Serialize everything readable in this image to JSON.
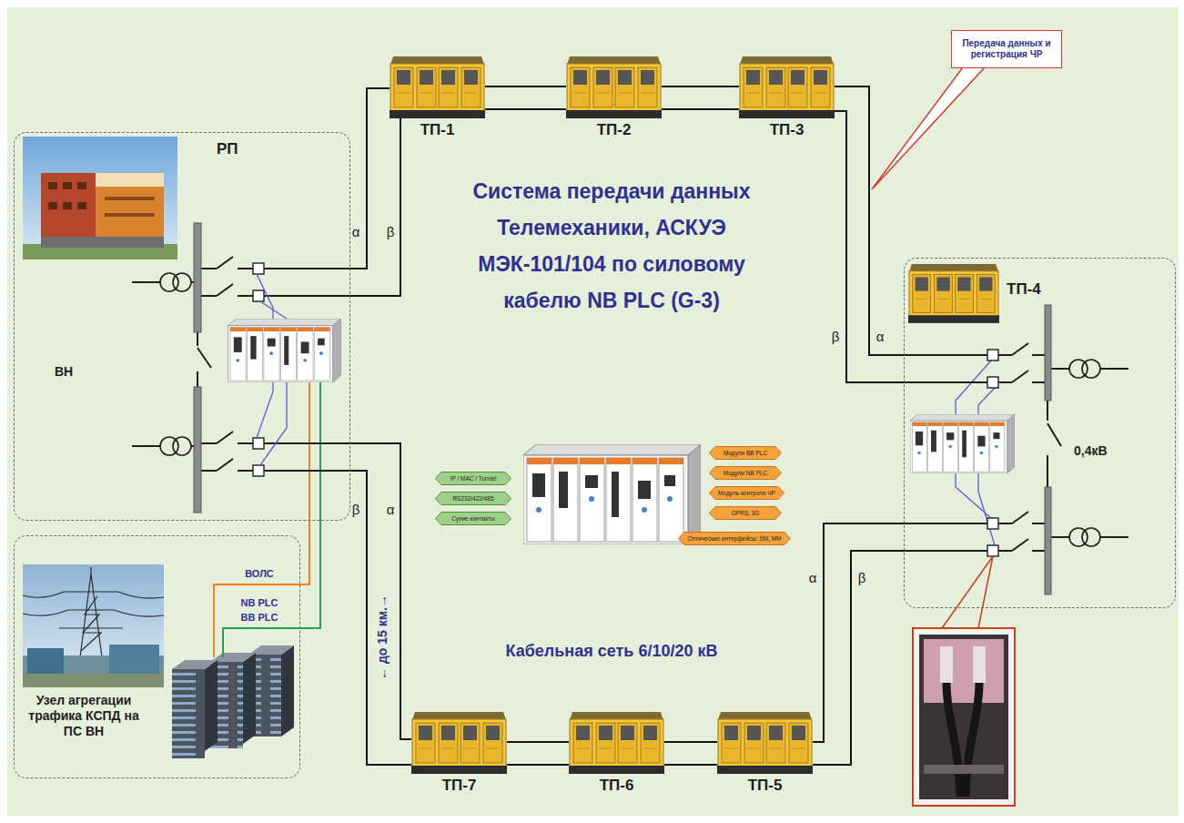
{
  "diagram": {
    "title": "Система передачи данных Телемеханики, АСКУЭ МЭК-101/104 по силовому кабелю NB PLC (G-3)",
    "nodes": [
      {
        "text": [
          "РП",
          "ВН"
        ]
      },
      {
        "text": [
          "ТП-1"
        ]
      },
      {
        "text": [
          "ТП-2"
        ]
      },
      {
        "text": [
          "ТП-3"
        ]
      },
      {
        "text": [
          "Передача данных и регистрация ЧР"
        ]
      },
      {
        "text": [
          "ТП-4",
          "0,4кВ"
        ]
      },
      {
        "text": [
          "IP / MAC / Tunnel"
        ]
      },
      {
        "text": [
          "RS232/422/485"
        ]
      },
      {
        "text": [
          "Сухие контакты"
        ]
      },
      {
        "text": [
          "Модули BB PLC"
        ]
      },
      {
        "text": [
          "Модули NB PLC"
        ]
      },
      {
        "text": [
          "Модуль контроля ЧР"
        ]
      },
      {
        "text": [
          "GPRS, 3G"
        ]
      },
      {
        "text": [
          "Оптические интерфейсы: SM, MM"
        ]
      },
      {
        "text": [
          "Узел агрегации трафика КСПД на ПС ВН"
        ]
      },
      {
        "text": [
          "ТП-7"
        ]
      },
      {
        "text": [
          "ТП-6"
        ]
      },
      {
        "text": [
          "ТП-5"
        ]
      }
    ],
    "edges": [
      {
        "from": 0,
        "to": 1,
        "arrow": "none",
        "label": "α"
      },
      {
        "from": 0,
        "to": 1,
        "arrow": "none",
        "label": "β"
      },
      {
        "from": 0,
        "to": 15,
        "arrow": "none",
        "label": "α"
      },
      {
        "from": 0,
        "to": 15,
        "arrow": "none",
        "label": "β"
      },
      {
        "from": 1,
        "to": 2,
        "arrow": "none"
      },
      {
        "from": 1,
        "to": 2,
        "arrow": "none"
      },
      {
        "from": 2,
        "to": 3,
        "arrow": "none"
      },
      {
        "from": 2,
        "to": 3,
        "arrow": "none"
      },
      {
        "from": 3,
        "to": 5,
        "arrow": "none",
        "label": "β"
      },
      {
        "from": 3,
        "to": 5,
        "arrow": "none",
        "label": "α"
      },
      {
        "from": 5,
        "to": 17,
        "arrow": "none",
        "label": "α"
      },
      {
        "from": 5,
        "to": 17,
        "arrow": "none",
        "label": "β"
      },
      {
        "from": 17,
        "to": 16,
        "arrow": "none"
      },
      {
        "from": 17,
        "to": 16,
        "arrow": "none"
      },
      {
        "from": 16,
        "to": 15,
        "arrow": "none"
      },
      {
        "from": 16,
        "to": 15,
        "arrow": "none"
      },
      {
        "from": 0,
        "to": 14,
        "arrow": "none",
        "label": "ВОЛС"
      },
      {
        "from": 0,
        "to": 14,
        "arrow": "none",
        "label": "NB PLC"
      }
    ],
    "labels": [
      "← до 15 км.→",
      "Кабельная сеть 6/10/20 кВ",
      "BB PLC"
    ]
  }
}
